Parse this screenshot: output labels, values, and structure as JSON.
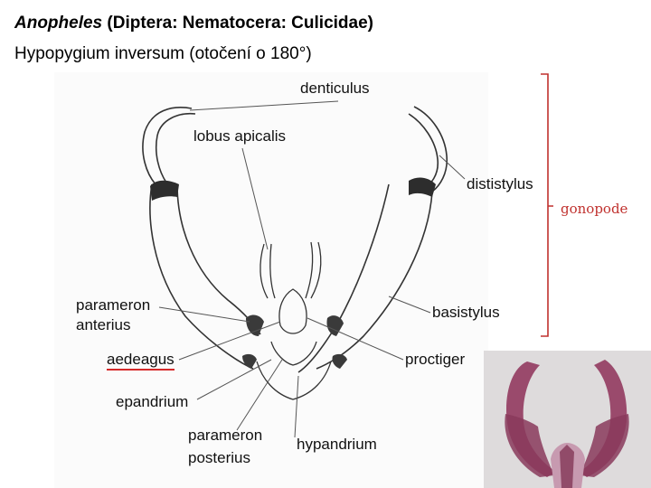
{
  "title": {
    "genus": "Anopheles",
    "family": "(Diptera: Nematocera: Culicidae)",
    "subtitle": "Hypopygium inversum (otočení o 180°)"
  },
  "labels": {
    "denticulus": "denticulus",
    "lobus_apicalis": "lobus apicalis",
    "dististylus": "dististylus",
    "gonopode": "gonopode",
    "parameron_anterius_1": "parameron",
    "parameron_anterius_2": "anterius",
    "basistylus": "basistylus",
    "aedeagus": "aedeagus",
    "proctiger": "proctiger",
    "epandrium": "epandrium",
    "parameron_posterius_1": "parameron",
    "parameron_posterius_2": "posterius",
    "hypandrium": "hypandrium"
  },
  "colors": {
    "bracket": "#c0312e",
    "aedeagus_underline": "#d62a2a",
    "drawing_stroke": "#333333",
    "dark_patch": "#2d2d2d",
    "photo_tissue": "#8a3a5c"
  }
}
